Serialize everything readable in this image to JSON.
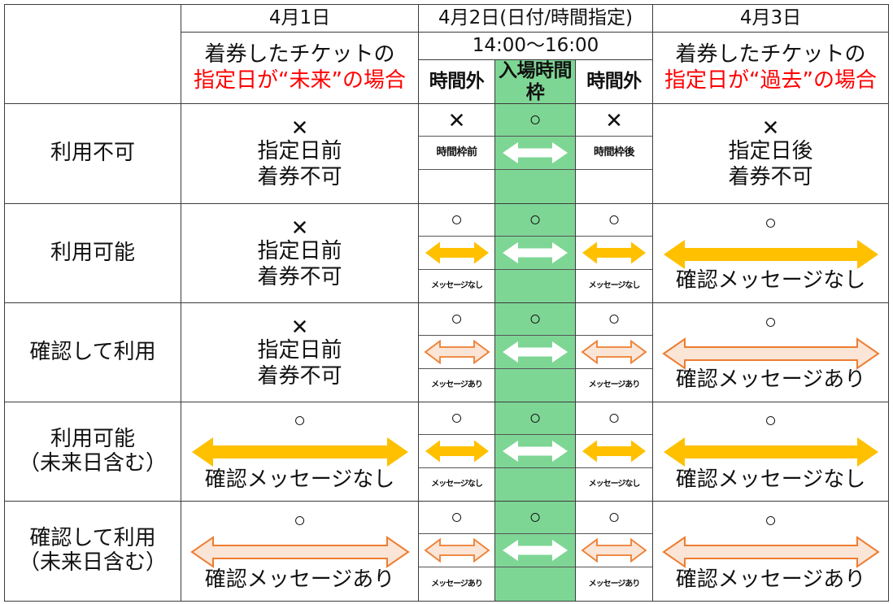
{
  "table": {
    "corner_label": "",
    "columns": [
      {
        "id": "col-apr1",
        "date": "4月1日",
        "desc_line1": "着券したチケットの",
        "desc_line2_prefix": "指定日が“未来”の場合"
      },
      {
        "id": "col-apr2",
        "date": "4月2日(日付/時間指定)",
        "time_range": "14:00〜16:00",
        "slots": [
          {
            "id": "slot-before",
            "label": "時間外"
          },
          {
            "id": "slot-entry",
            "label": "入場時間枠"
          },
          {
            "id": "slot-after",
            "label": "時間外"
          }
        ]
      },
      {
        "id": "col-apr3",
        "date": "4月3日",
        "desc_line1": "着券したチケットの",
        "desc_line2_prefix": "指定日が“過去”の場合"
      }
    ],
    "rows": [
      {
        "id": "row-unusable",
        "label_lines": [
          "利用不可"
        ],
        "apr1": {
          "mark": "✕",
          "line1": "指定日前",
          "line2": "着券不可",
          "arrow": "none"
        },
        "before": {
          "mark": "✕",
          "note": "時間枠前",
          "msg": "",
          "arrow": "none"
        },
        "entry": {
          "mark": "○",
          "note": "",
          "msg": "",
          "arrow": "white"
        },
        "after": {
          "mark": "✕",
          "note": "時間枠後",
          "msg": "",
          "arrow": "none"
        },
        "apr3": {
          "mark": "✕",
          "line1": "指定日後",
          "line2": "着券不可",
          "arrow": "none"
        }
      },
      {
        "id": "row-usable",
        "label_lines": [
          "利用可能"
        ],
        "apr1": {
          "mark": "✕",
          "line1": "指定日前",
          "line2": "着券不可",
          "arrow": "none"
        },
        "before": {
          "mark": "○",
          "note": "",
          "msg": "メッセージなし",
          "arrow": "orange"
        },
        "entry": {
          "mark": "○",
          "note": "",
          "msg": "",
          "arrow": "white"
        },
        "after": {
          "mark": "○",
          "note": "",
          "msg": "メッセージなし",
          "arrow": "orange"
        },
        "apr3": {
          "mark": "○",
          "msg": "確認メッセージなし",
          "arrow": "orange"
        }
      },
      {
        "id": "row-confirm-usable",
        "label_lines": [
          "確認して利用"
        ],
        "apr1": {
          "mark": "✕",
          "line1": "指定日前",
          "line2": "着券不可",
          "arrow": "none"
        },
        "before": {
          "mark": "○",
          "note": "",
          "msg": "メッセージあり",
          "arrow": "outline"
        },
        "entry": {
          "mark": "○",
          "note": "",
          "msg": "",
          "arrow": "white"
        },
        "after": {
          "mark": "○",
          "note": "",
          "msg": "メッセージあり",
          "arrow": "outline"
        },
        "apr3": {
          "mark": "○",
          "msg": "確認メッセージあり",
          "arrow": "outline"
        }
      },
      {
        "id": "row-usable-future",
        "label_lines": [
          "利用可能",
          "（未来日含む）"
        ],
        "apr1": {
          "mark": "○",
          "msg": "確認メッセージなし",
          "arrow": "orange"
        },
        "before": {
          "mark": "○",
          "note": "",
          "msg": "メッセージなし",
          "arrow": "orange"
        },
        "entry": {
          "mark": "○",
          "note": "",
          "msg": "",
          "arrow": "white"
        },
        "after": {
          "mark": "○",
          "note": "",
          "msg": "メッセージなし",
          "arrow": "orange"
        },
        "apr3": {
          "mark": "○",
          "msg": "確認メッセージなし",
          "arrow": "orange"
        }
      },
      {
        "id": "row-confirm-future",
        "label_lines": [
          "確認して利用",
          "（未来日含む）"
        ],
        "apr1": {
          "mark": "○",
          "msg": "確認メッセージあり",
          "arrow": "outline"
        },
        "before": {
          "mark": "○",
          "note": "",
          "msg": "メッセージあり",
          "arrow": "outline"
        },
        "entry": {
          "mark": "○",
          "note": "",
          "msg": "",
          "arrow": "white"
        },
        "after": {
          "mark": "○",
          "note": "",
          "msg": "メッセージあり",
          "arrow": "outline"
        },
        "apr3": {
          "mark": "○",
          "msg": "確認メッセージあり",
          "arrow": "outline"
        }
      }
    ]
  },
  "colors": {
    "entry_slot_green": "#7ed695",
    "arrow_orange": "#ffc000",
    "arrow_outline_fill": "#fbe5d6",
    "arrow_outline_stroke": "#ed7d31",
    "arrow_white": "#ffffff",
    "emphasis_red": "#ff0000",
    "grid_line": "#3b3b3b"
  }
}
